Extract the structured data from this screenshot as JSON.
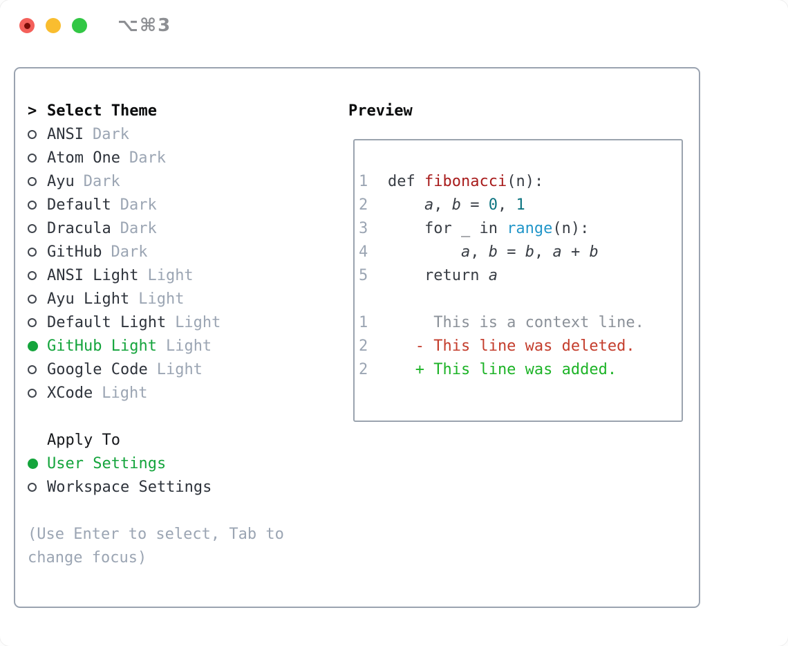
{
  "window": {
    "title": "⌥⌘3"
  },
  "colors": {
    "accent_green": "#14a43c",
    "diff_added": "#1db327",
    "diff_deleted": "#c43d2c",
    "diff_context": "#8b9199",
    "code_function": "#a81c1c",
    "code_number": "#0c7480",
    "code_builtin": "#2296c9",
    "muted_text": "#9ba5b3",
    "panel_border": "#9aa3b0",
    "traffic_red": "#f4605a",
    "traffic_yellow": "#f9bd2f",
    "traffic_green": "#32c745"
  },
  "theme_panel": {
    "header": {
      "prompt": ">",
      "label": "Select Theme"
    },
    "items": [
      {
        "label": "ANSI",
        "variant": "Dark",
        "selected": false
      },
      {
        "label": "Atom One",
        "variant": "Dark",
        "selected": false
      },
      {
        "label": "Ayu",
        "variant": "Dark",
        "selected": false
      },
      {
        "label": "Default",
        "variant": "Dark",
        "selected": false
      },
      {
        "label": "Dracula",
        "variant": "Dark",
        "selected": false
      },
      {
        "label": "GitHub",
        "variant": "Dark",
        "selected": false
      },
      {
        "label": "ANSI Light",
        "variant": "Light",
        "selected": false
      },
      {
        "label": "Ayu Light",
        "variant": "Light",
        "selected": false
      },
      {
        "label": "Default Light",
        "variant": "Light",
        "selected": false
      },
      {
        "label": "GitHub Light",
        "variant": "Light",
        "selected": true
      },
      {
        "label": "Google Code",
        "variant": "Light",
        "selected": false
      },
      {
        "label": "XCode",
        "variant": "Light",
        "selected": false
      }
    ],
    "apply_to": {
      "label": "Apply To",
      "options": [
        {
          "label": "User Settings",
          "selected": true
        },
        {
          "label": "Workspace Settings",
          "selected": false
        }
      ]
    },
    "help_lines": [
      "(Use Enter to select, Tab to",
      "change focus)"
    ]
  },
  "preview": {
    "title": "Preview",
    "code_lines": [
      {
        "number": "1",
        "segments": [
          {
            "text": "def ",
            "style": "code"
          },
          {
            "text": "fibonacci",
            "style": "function"
          },
          {
            "text": "(n):",
            "style": "code"
          }
        ]
      },
      {
        "number": "2",
        "segments": [
          {
            "text": "    ",
            "style": "code"
          },
          {
            "text": "a",
            "style": "variable"
          },
          {
            "text": ", ",
            "style": "code"
          },
          {
            "text": "b",
            "style": "variable"
          },
          {
            "text": " = ",
            "style": "code"
          },
          {
            "text": "0",
            "style": "number"
          },
          {
            "text": ", ",
            "style": "code"
          },
          {
            "text": "1",
            "style": "number"
          }
        ]
      },
      {
        "number": "3",
        "segments": [
          {
            "text": "    for _ in ",
            "style": "code"
          },
          {
            "text": "range",
            "style": "builtin"
          },
          {
            "text": "(n):",
            "style": "code"
          }
        ]
      },
      {
        "number": "4",
        "segments": [
          {
            "text": "        ",
            "style": "code"
          },
          {
            "text": "a",
            "style": "variable"
          },
          {
            "text": ", ",
            "style": "code"
          },
          {
            "text": "b",
            "style": "variable"
          },
          {
            "text": " = ",
            "style": "code"
          },
          {
            "text": "b",
            "style": "variable"
          },
          {
            "text": ", ",
            "style": "code"
          },
          {
            "text": "a",
            "style": "variable"
          },
          {
            "text": " + ",
            "style": "code"
          },
          {
            "text": "b",
            "style": "variable"
          }
        ]
      },
      {
        "number": "5",
        "segments": [
          {
            "text": "    return ",
            "style": "code"
          },
          {
            "text": "a",
            "style": "variable"
          }
        ]
      }
    ],
    "diff_lines": [
      {
        "number": "1",
        "segments": [
          {
            "text": "     This is a context line.",
            "style": "context"
          }
        ]
      },
      {
        "number": "2",
        "segments": [
          {
            "text": "   - This line was deleted.",
            "style": "deleted"
          }
        ]
      },
      {
        "number": "2",
        "segments": [
          {
            "text": "   + This line was added.",
            "style": "added"
          }
        ]
      }
    ]
  }
}
